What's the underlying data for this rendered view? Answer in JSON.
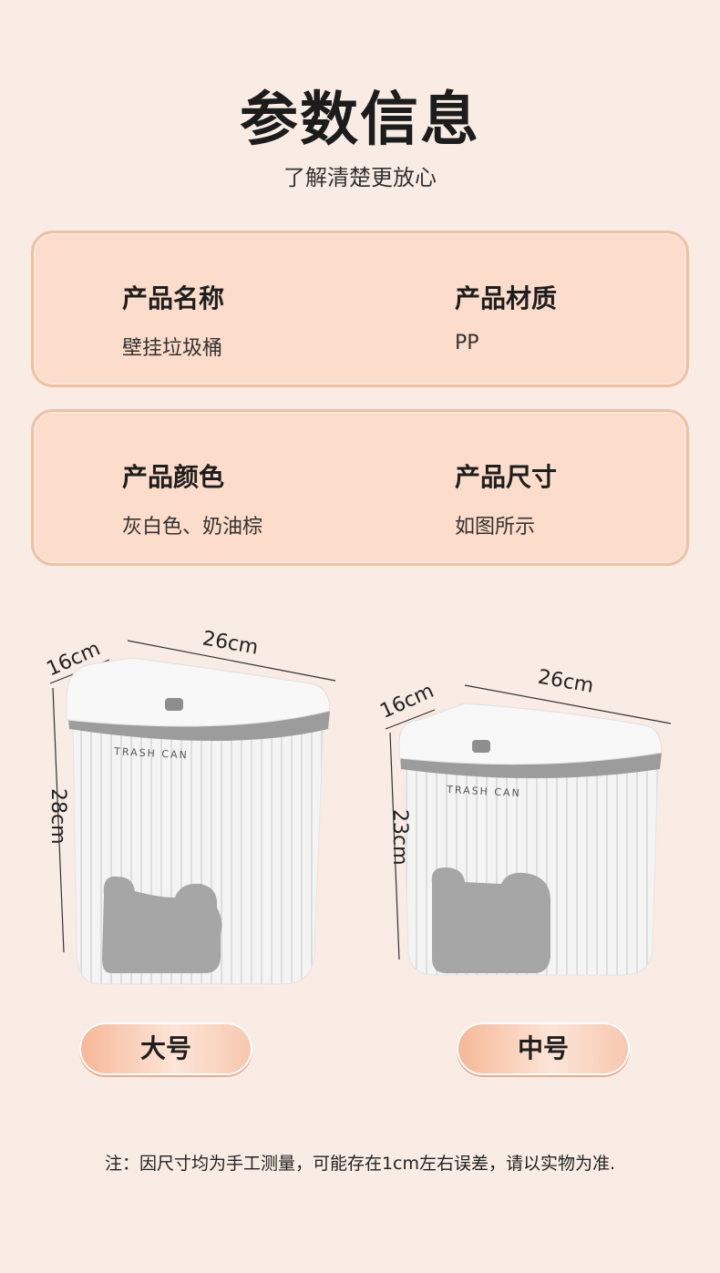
{
  "header": {
    "title": "参数信息",
    "subtitle": "了解清楚更放心"
  },
  "specs": [
    {
      "label": "产品名称",
      "value": "壁挂垃圾桶"
    },
    {
      "label": "产品材质",
      "value": "PP"
    },
    {
      "label": "产品颜色",
      "value": "灰白色、奶油棕"
    },
    {
      "label": "产品尺寸",
      "value": "如图所示"
    }
  ],
  "products": [
    {
      "name": "大号",
      "depth": "16cm",
      "width": "26cm",
      "height": "28cm",
      "can_text": "TRASH CAN"
    },
    {
      "name": "中号",
      "depth": "16cm",
      "width": "26cm",
      "height": "23cm",
      "can_text": "TRASH CAN"
    }
  ],
  "note": "注：因尺寸均为手工测量，可能存在1cm左右误差，请以实物为准.",
  "colors": {
    "background": "#f9ece5",
    "card_fill": "#fcdcca",
    "card_border": "#efc1a4",
    "can_body": "#f5f5f5",
    "can_trim": "#9a9a9a",
    "bear_door": "#a6a6a6"
  }
}
